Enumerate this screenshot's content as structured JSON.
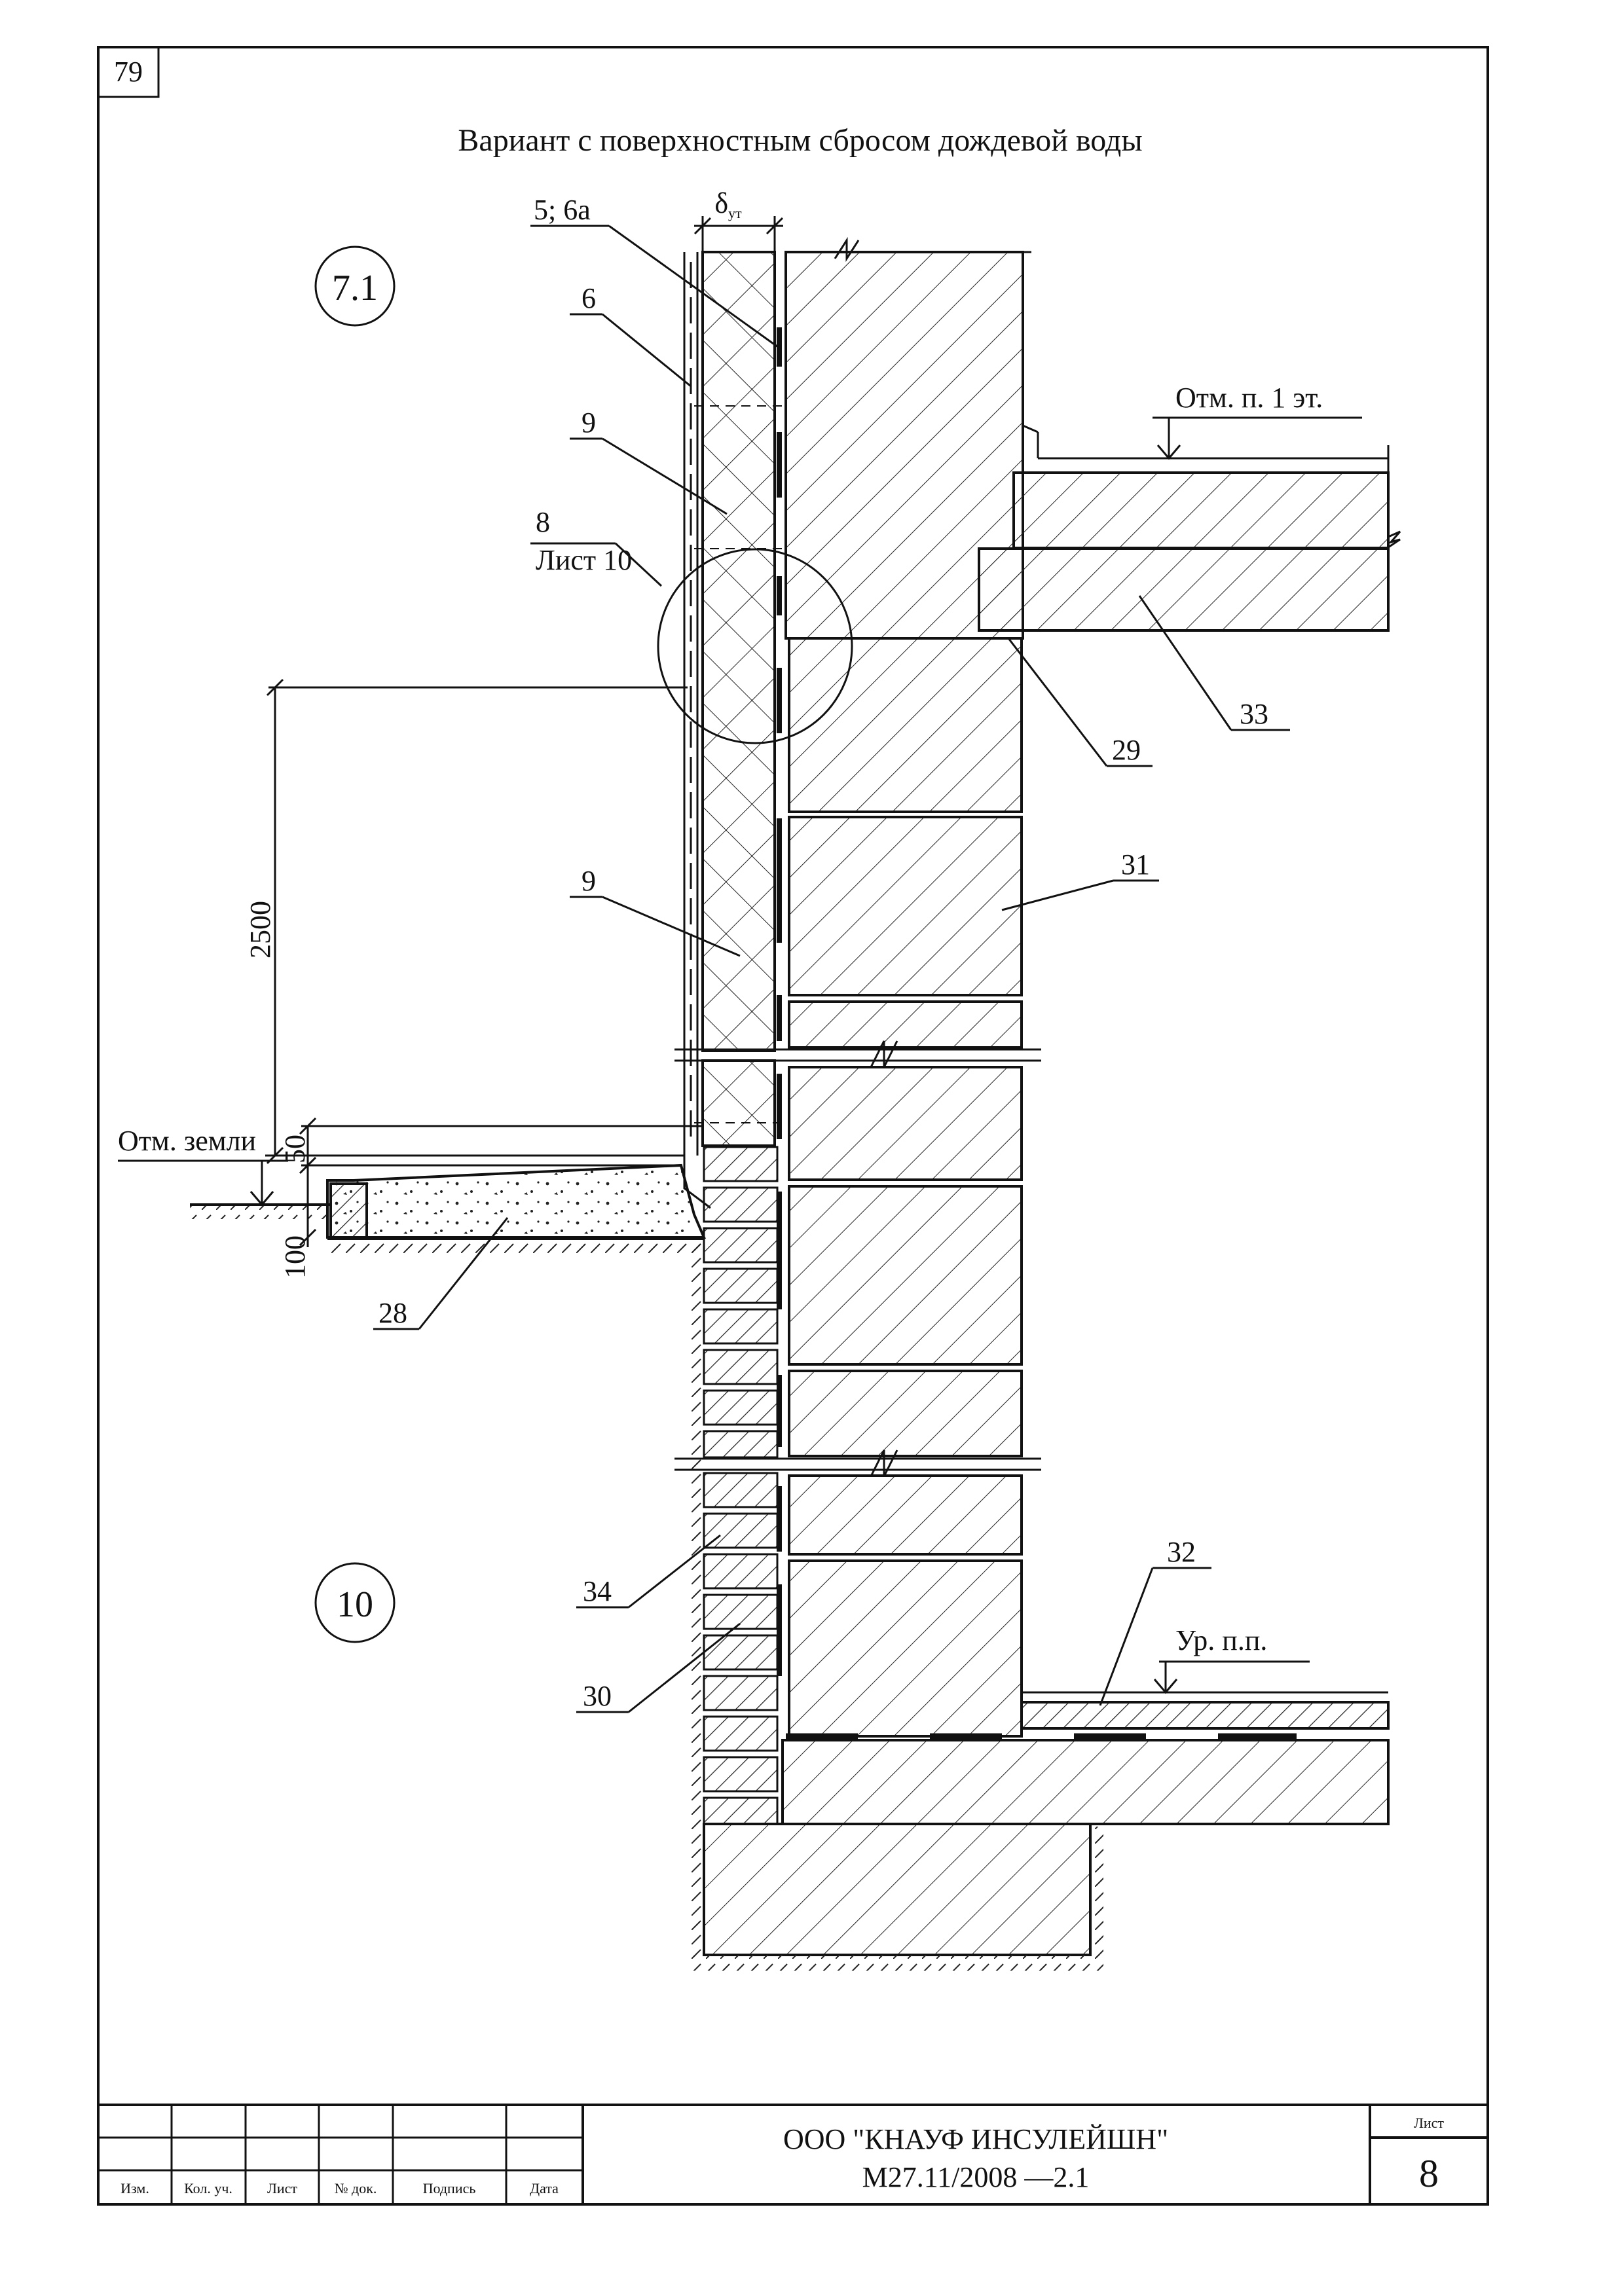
{
  "sheet_number_top": "79",
  "title": "Вариант с поверхностным сбросом дождевой воды",
  "circles": [
    "7.1",
    "10"
  ],
  "labels": {
    "l5_6a": "5; 6а",
    "l6": "6",
    "l9_top": "9",
    "l8": "8",
    "list10": "Лист 10",
    "l9_mid": "9",
    "l29": "29",
    "l31": "31",
    "l33": "33",
    "l28": "28",
    "l34": "34",
    "l30": "30",
    "l32": "32",
    "delta": "δ",
    "delta_sub": "ут"
  },
  "elevations": {
    "floor1": "Отм. п. 1 эт.",
    "ground": "Отм. земли",
    "floor_level": "Ур. п.п."
  },
  "dimensions": {
    "d2500": "2500",
    "d50": "50",
    "d100": "100"
  },
  "stamp": {
    "headers": [
      "Изм.",
      "Кол. уч.",
      "Лист",
      "№ док.",
      "Подпись",
      "Дата"
    ],
    "organization": "ООО \"КНАУФ ИНСУЛЕЙШН\"",
    "document": "М27.11/2008 —2.1",
    "sheet_label": "Лист",
    "sheet_number": "8"
  }
}
